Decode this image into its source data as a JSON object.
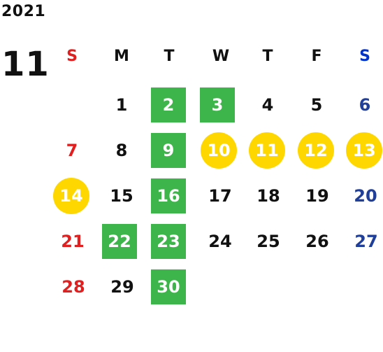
{
  "year": "2021",
  "month": "11",
  "weekdays": [
    "S",
    "M",
    "T",
    "W",
    "T",
    "F",
    "S"
  ],
  "days": [
    "1",
    "2",
    "3",
    "4",
    "5",
    "6",
    "7",
    "8",
    "9",
    "10",
    "11",
    "12",
    "13",
    "14",
    "15",
    "16",
    "17",
    "18",
    "19",
    "20",
    "21",
    "22",
    "23",
    "24",
    "25",
    "26",
    "27",
    "28",
    "29",
    "30"
  ],
  "highlight_colors": {
    "square": "#3db54a",
    "circle": "#ffd700",
    "sunday_text": "#e02020",
    "saturday_text": "#1f3f9a"
  }
}
